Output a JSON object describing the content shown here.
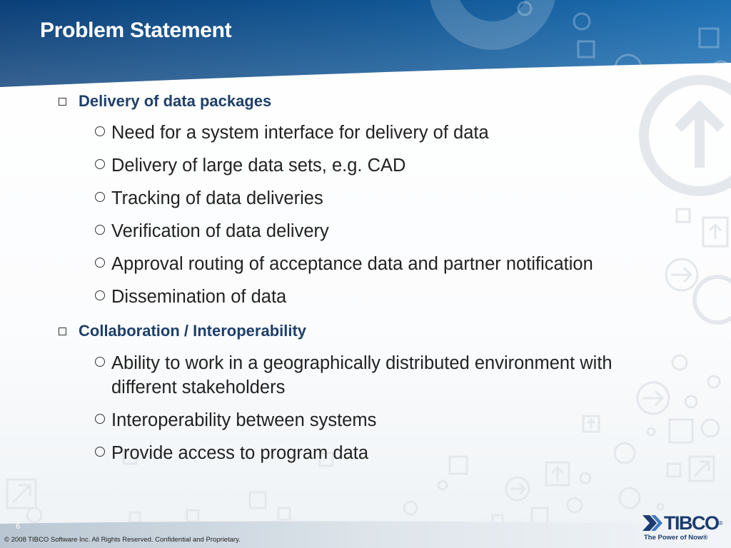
{
  "slide": {
    "title": "Problem Statement",
    "bullets": [
      {
        "text": "Delivery of data packages",
        "subitems": [
          "Need for a system interface for delivery of data",
          "Delivery of large data sets, e.g. CAD",
          "Tracking of data deliveries",
          "Verification of data delivery",
          "Approval routing of acceptance data and partner notification",
          "Dissemination of data"
        ]
      },
      {
        "text": "Collaboration / Interoperability",
        "subitems": [
          "Ability to work in a geographically distributed environment with different stakeholders",
          "Interoperability between systems",
          "Provide access to program data"
        ]
      }
    ]
  },
  "footer": {
    "page_number": "6",
    "copyright": "© 2008 TIBCO Software Inc. All Rights Reserved. Confidential and Proprietary."
  },
  "logo": {
    "name": "TIBCO",
    "registered": "®",
    "tagline": "The Power of Now®"
  },
  "colors": {
    "header_blue": "#0d4a86",
    "header_blue_light": "#1c6db2",
    "heading_text": "#1e3f6a",
    "body_text": "#222222",
    "logo_blue": "#1c3c70"
  },
  "icons": {
    "bullet_level1": "hollow-square-icon",
    "bullet_level2": "hollow-circle-icon",
    "decoration": "arrow-icon"
  }
}
